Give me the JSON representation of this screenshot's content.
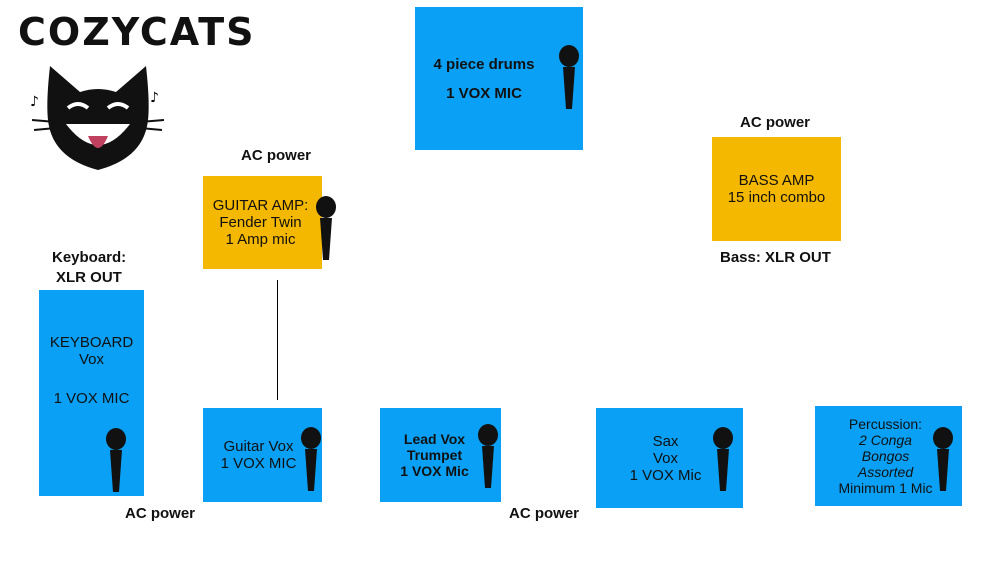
{
  "logo": {
    "text": "COZYCATS",
    "icon": "laughing-cat-icon"
  },
  "drums": {
    "line1": "4 piece drums",
    "line2": "1 VOX MIC"
  },
  "guitar_amp": {
    "line1": "GUITAR AMP:",
    "line2": "Fender Twin",
    "line3": "1 Amp mic",
    "power_label": "AC power"
  },
  "bass_amp": {
    "line1": "BASS AMP",
    "line2": "15 inch combo",
    "power_label": "AC power",
    "out_label": "Bass: XLR OUT"
  },
  "keyboard": {
    "line1": "KEYBOARD",
    "line2": "Vox",
    "line3": "1 VOX MIC",
    "out_label_1": "Keyboard:",
    "out_label_2": "XLR OUT"
  },
  "guitar_vox": {
    "line1": "Guitar Vox",
    "line2": "1 VOX MIC",
    "power_label": "AC power"
  },
  "lead_vox": {
    "line1": "Lead Vox",
    "line2": "Trumpet",
    "line3": "1 VOX Mic"
  },
  "sax": {
    "line1": "Sax",
    "line2": "Vox",
    "line3": "1 VOX Mic",
    "power_label": "AC power"
  },
  "percussion": {
    "line1": "Percussion:",
    "line2": "2 Conga",
    "line3": "Bongos",
    "line4": "Assorted",
    "line5": "Minimum 1 Mic"
  },
  "colors": {
    "blue": "#0aa0f5",
    "amber": "#f5b800"
  },
  "icons": {
    "mic": "microphone-icon"
  }
}
